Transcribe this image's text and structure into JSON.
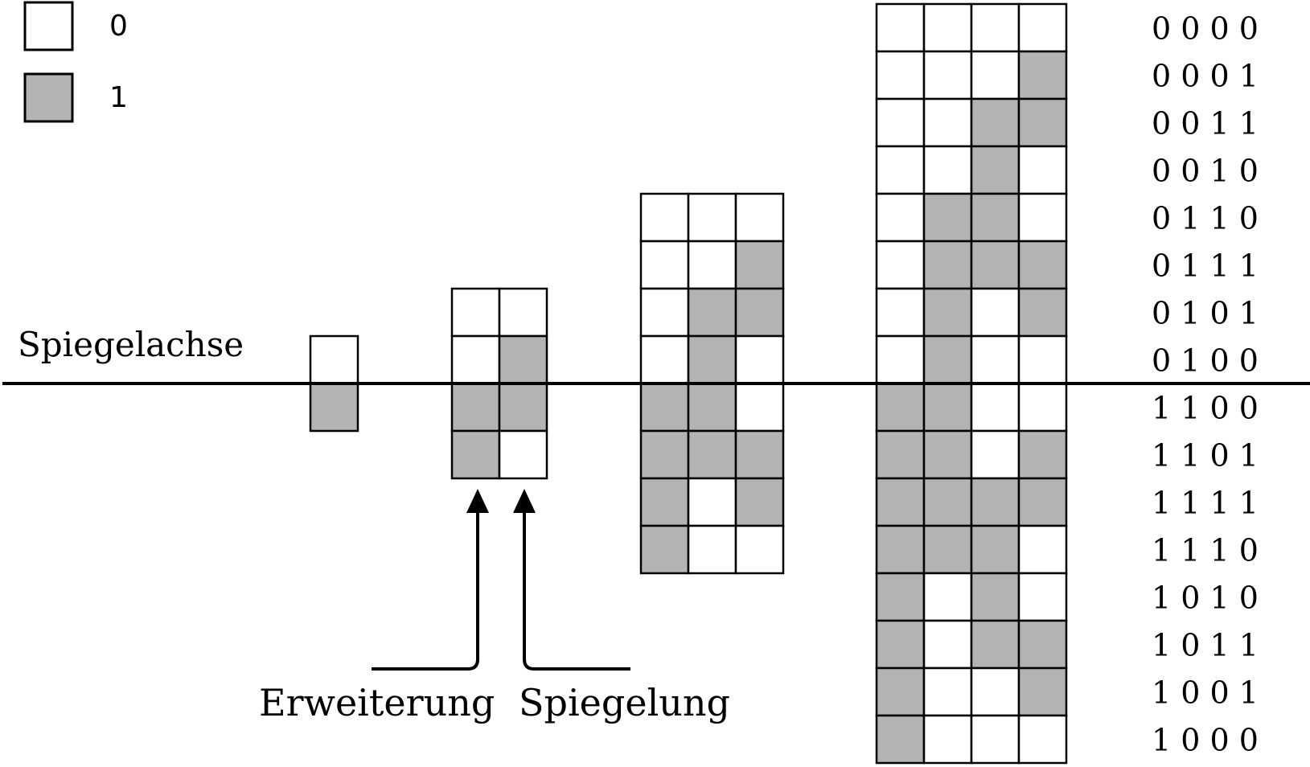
{
  "legend": {
    "items": [
      {
        "label": "0",
        "color": "#ffffff"
      },
      {
        "label": "1",
        "color": "#b3b3b3"
      }
    ]
  },
  "axis_label": "Spiegelachse",
  "annotations": {
    "extension": "Erweiterung",
    "mirroring": "Spiegelung"
  },
  "colors": {
    "zero": "#ffffff",
    "one": "#b3b3b3",
    "stroke": "#000000"
  },
  "grids": [
    {
      "bits": 1,
      "rows": [
        "0",
        "1"
      ]
    },
    {
      "bits": 2,
      "rows": [
        "00",
        "01",
        "11",
        "10"
      ]
    },
    {
      "bits": 3,
      "rows": [
        "000",
        "001",
        "011",
        "010",
        "110",
        "111",
        "101",
        "100"
      ]
    },
    {
      "bits": 4,
      "rows": [
        "0000",
        "0001",
        "0011",
        "0010",
        "0110",
        "0111",
        "0101",
        "0100",
        "1100",
        "1101",
        "1111",
        "1110",
        "1010",
        "1011",
        "1001",
        "1000"
      ]
    }
  ],
  "code_table": [
    "0 0 0 0",
    "0 0 0 1",
    "0 0 1 1",
    "0 0 1 0",
    "0 1 1 0",
    "0 1 1 1",
    "0 1 0 1",
    "0 1 0 0",
    "1 1 0 0",
    "1 1 0 1",
    "1 1 1 1",
    "1 1 1 0",
    "1 0 1 0",
    "1 0 1 1",
    "1 0 0 1",
    "1 0 0 0"
  ]
}
